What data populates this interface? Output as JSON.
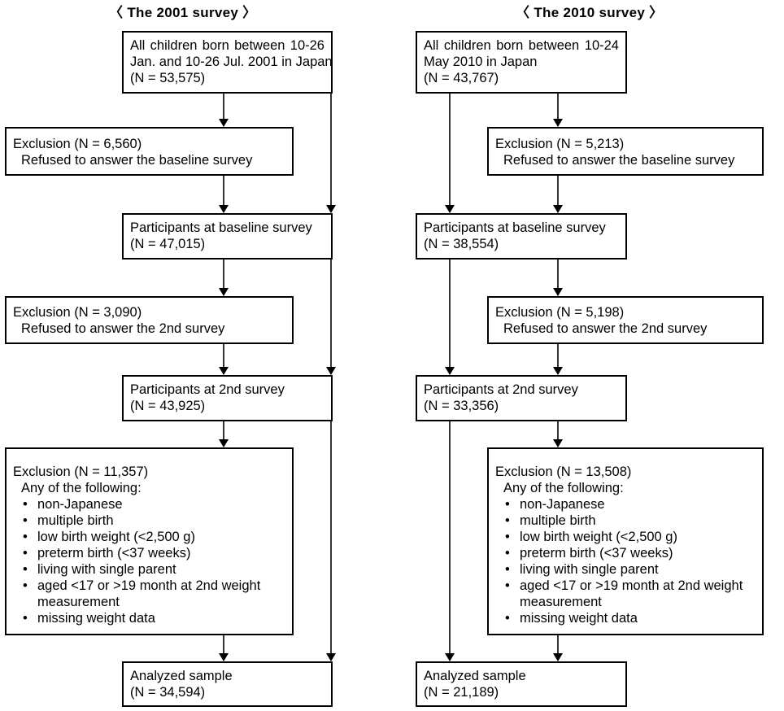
{
  "survey2001": {
    "title": "〈 The 2001 survey 〉",
    "population": {
      "line1": "All children born between 10-26",
      "line2": "Jan. and 10-26 Jul. 2001 in Japan",
      "n": "(N = 53,575)"
    },
    "exclusion1": {
      "header": "Exclusion (N = 6,560)",
      "reason": "Refused to answer the baseline survey"
    },
    "baseline": {
      "line1": "Participants at baseline survey",
      "n": "(N = 47,015)"
    },
    "exclusion2": {
      "header": "Exclusion (N = 3,090)",
      "reason": "Refused to answer the 2nd survey"
    },
    "second": {
      "line1": "Participants at 2nd survey",
      "n": "(N = 43,925)"
    },
    "exclusion3": {
      "header": "Exclusion (N = 11,357)",
      "intro": "Any of the following:",
      "items": [
        "non-Japanese",
        "multiple birth",
        "low birth weight (<2,500 g)",
        "preterm birth (<37 weeks)",
        "living with single parent",
        "aged <17 or >19 month at 2nd weight",
        "missing weight data"
      ],
      "item_continuation": "measurement"
    },
    "analyzed": {
      "line1": "Analyzed sample",
      "n": "(N = 34,594)"
    }
  },
  "survey2010": {
    "title": "〈 The 2010 survey 〉",
    "population": {
      "line1": "All children born between 10-24",
      "line2": "May 2010 in Japan",
      "n": "(N = 43,767)"
    },
    "exclusion1": {
      "header": "Exclusion (N = 5,213)",
      "reason": "Refused to answer the baseline survey"
    },
    "baseline": {
      "line1": "Participants at baseline survey",
      "n": "(N = 38,554)"
    },
    "exclusion2": {
      "header": "Exclusion (N = 5,198)",
      "reason": "Refused to answer the 2nd survey"
    },
    "second": {
      "line1": "Participants at 2nd survey",
      "n": "(N = 33,356)"
    },
    "exclusion3": {
      "header": "Exclusion (N = 13,508)",
      "intro": "Any of the following:",
      "items": [
        "non-Japanese",
        "multiple birth",
        "low birth weight (<2,500 g)",
        "preterm birth (<37 weeks)",
        "living with single parent",
        "aged <17 or >19 month at 2nd weight",
        "missing weight data"
      ],
      "item_continuation": "measurement"
    },
    "analyzed": {
      "line1": "Analyzed sample",
      "n": "(N = 21,189)"
    }
  }
}
